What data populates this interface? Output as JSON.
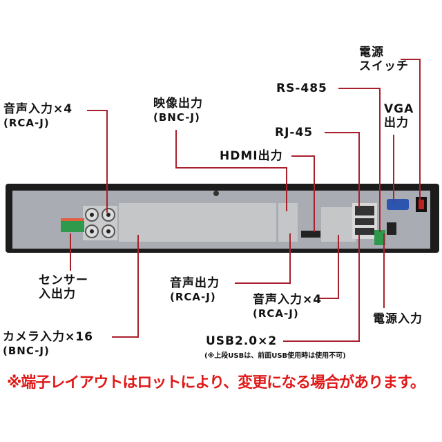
{
  "labels": {
    "power_switch": [
      "電源",
      "スイッチ"
    ],
    "rs485": "RS-485",
    "vga": [
      "VGA",
      "出力"
    ],
    "audio_in_left": [
      "音声入力×4",
      "(RCA-J)"
    ],
    "video_out": [
      "映像出力",
      "(BNC-J)"
    ],
    "rj45": "RJ-45",
    "hdmi": "HDMI出力",
    "sensor": [
      "センサー",
      "入出力"
    ],
    "audio_out": [
      "音声出力",
      "(RCA-J)"
    ],
    "audio_in_right": [
      "音声入力×4",
      "(RCA-J)"
    ],
    "power_in": "電源入力",
    "camera_in": [
      "カメラ入力×16",
      "(BNC-J)"
    ],
    "usb": "USB2.0×2",
    "usb_note": "(※上段USBは、前面USB使用時は使用不可)"
  },
  "warning": "※端子レイアウトはロットにより、変更になる場合があります。",
  "colors": {
    "leader_line": "#a8202c",
    "warning": "#e01818",
    "chassis": "#1c1c1c",
    "panel": "#a9adb3"
  }
}
